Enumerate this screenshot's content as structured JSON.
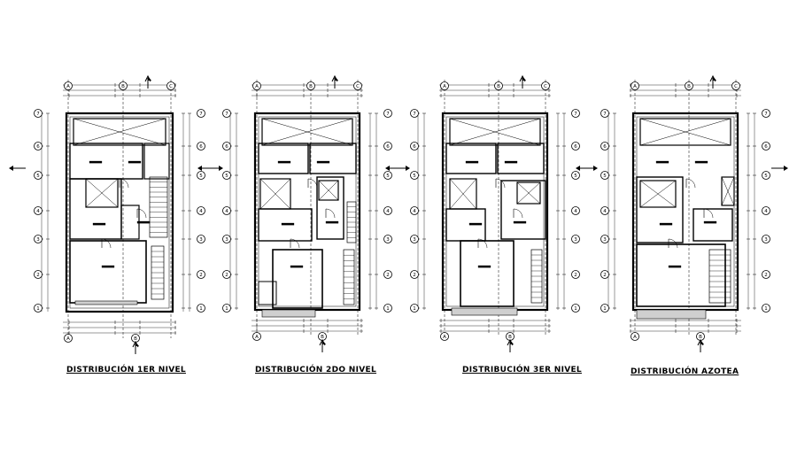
{
  "drawing": {
    "sheet_color": "#ffffff",
    "line_color": "#000000",
    "plans": [
      {
        "title": "DISTRIBUCIÓN 1ER NIVEL",
        "grid_bubbles_top": [
          "A",
          "B",
          "C"
        ],
        "grid_bubbles_left": [
          "1",
          "2",
          "3",
          "4",
          "5",
          "6",
          "7"
        ]
      },
      {
        "title": "DISTRIBUCIÓN 2DO NIVEL",
        "grid_bubbles_top": [
          "A",
          "B",
          "C"
        ],
        "grid_bubbles_left": [
          "1",
          "2",
          "3",
          "4",
          "5",
          "6",
          "7"
        ]
      },
      {
        "title": "DISTRIBUCIÓN 3ER NIVEL",
        "grid_bubbles_top": [
          "A",
          "B",
          "C"
        ],
        "grid_bubbles_left": [
          "1",
          "2",
          "3",
          "4",
          "5",
          "6",
          "7"
        ]
      },
      {
        "title": "DISTRIBUCIÓN AZOTEA",
        "grid_bubbles_top": [
          "A",
          "B",
          "C"
        ],
        "grid_bubbles_left": [
          "1",
          "2",
          "3",
          "4",
          "5",
          "6",
          "7"
        ]
      }
    ]
  }
}
